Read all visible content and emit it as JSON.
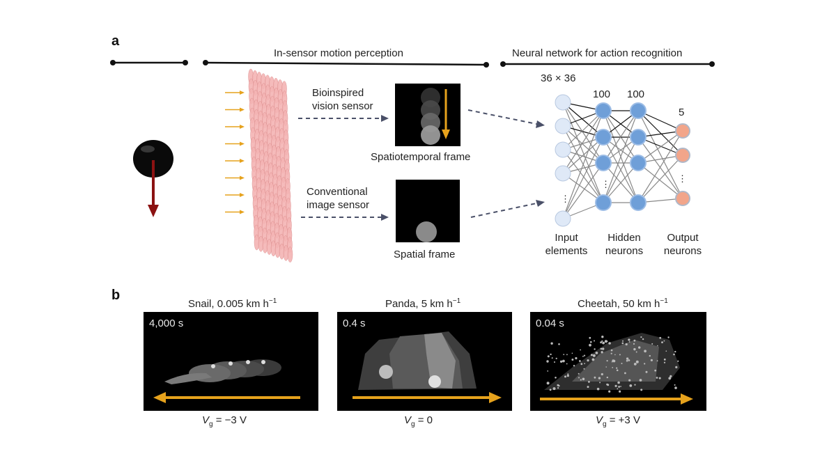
{
  "panel_a": {
    "letter": "a",
    "section_motion": "In-sensor motion perception",
    "section_network": "Neural network for action recognition",
    "bio_sensor": [
      "Bioinspired",
      "vision sensor"
    ],
    "conv_sensor": [
      "Conventional",
      "image sensor"
    ],
    "spatiotemporal_frame": "Spatiotemporal  frame",
    "spatial_frame": "Spatial frame",
    "input_size": "36 × 36",
    "hidden1_size": "100",
    "hidden2_size": "100",
    "output_size": "5",
    "input_label": [
      "Input",
      "elements"
    ],
    "hidden_label": [
      "Hidden",
      "neurons"
    ],
    "output_label": [
      "Output",
      "neurons"
    ],
    "ellipsis": "⋮"
  },
  "panel_b": {
    "letter": "b",
    "frames": [
      {
        "animal": "Snail, 0.005 km h",
        "sup": "−1",
        "time": "4,000 s",
        "vg_sym": "V",
        "vg_sub": "g",
        "vg_val": " = −3 V"
      },
      {
        "animal": "Panda, 5 km h",
        "sup": "−1",
        "time": "0.4 s",
        "vg_sym": "V",
        "vg_sub": "g",
        "vg_val": " = 0"
      },
      {
        "animal": "Cheetah, 50 km h",
        "sup": "−1",
        "time": "0.04 s",
        "vg_sym": "V",
        "vg_sub": "g",
        "vg_val": " = +3 V"
      }
    ]
  },
  "colors": {
    "arrow_orange": "#e6a21c",
    "arrow_darkred": "#8b1212",
    "sensor_pink": "#f4b4b4",
    "input_node": "#dfe9f7",
    "hidden_node": "#6f9fd8",
    "output_node": "#f2a58a"
  }
}
